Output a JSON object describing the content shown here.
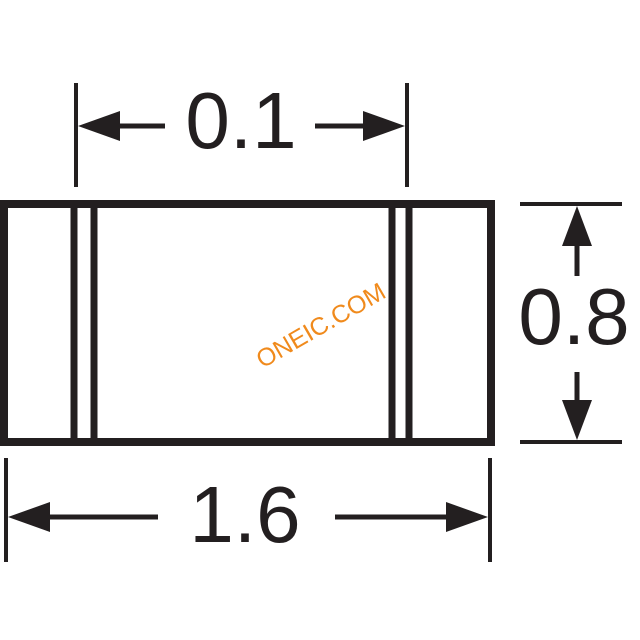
{
  "dimensions": {
    "top_width": "0.1",
    "right_height": "0.8",
    "bottom_width": "1.6"
  },
  "watermark": "ONEIC.COM",
  "colors": {
    "line": "#231f20",
    "watermark": "#f08a1c"
  }
}
